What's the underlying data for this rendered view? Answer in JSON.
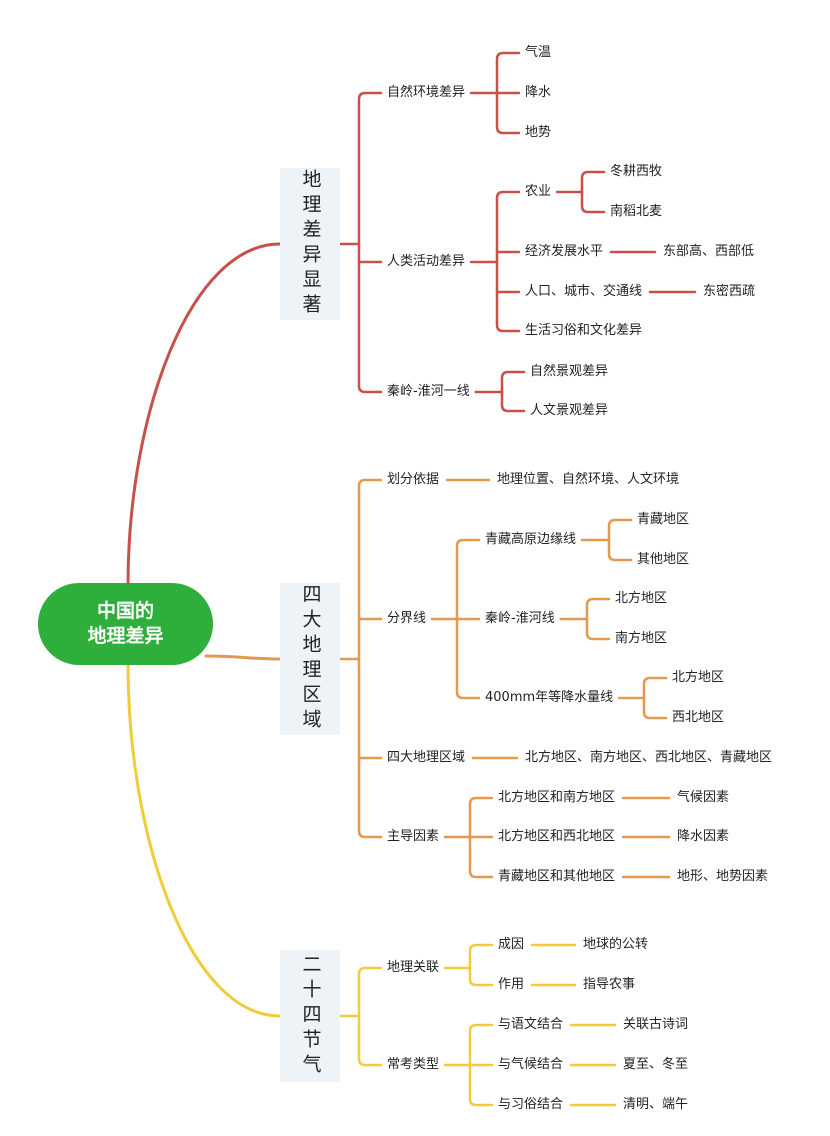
{
  "title": {
    "line1": "中国的",
    "line2": "地理差异"
  },
  "colors": {
    "center": "#2eae3a",
    "branch_0": "#c8504a",
    "branch_1": "#e39a4f",
    "branch_2": "#f0cc3c",
    "box": "#eef3f8"
  },
  "branches": [
    {
      "label": "地理差异显著",
      "children": [
        {
          "label": "自然环境差异",
          "children": [
            {
              "label": "气温"
            },
            {
              "label": "降水"
            },
            {
              "label": "地势"
            }
          ]
        },
        {
          "label": "人类活动差异",
          "children": [
            {
              "label": "农业",
              "children": [
                {
                  "label": "冬耕西牧"
                },
                {
                  "label": "南稻北麦"
                }
              ]
            },
            {
              "label": "经济发展水平",
              "children": [
                {
                  "label": "东部高、西部低"
                }
              ]
            },
            {
              "label": "人口、城市、交通线",
              "children": [
                {
                  "label": "东密西疏"
                }
              ]
            },
            {
              "label": "生活习俗和文化差异"
            }
          ]
        },
        {
          "label": "秦岭-淮河一线",
          "children": [
            {
              "label": "自然景观差异"
            },
            {
              "label": "人文景观差异"
            }
          ]
        }
      ]
    },
    {
      "label": "四大地理区域",
      "children": [
        {
          "label": "划分依据",
          "children": [
            {
              "label": "地理位置、自然环境、人文环境"
            }
          ]
        },
        {
          "label": "分界线",
          "children": [
            {
              "label": "青藏高原边缘线",
              "children": [
                {
                  "label": "青藏地区"
                },
                {
                  "label": "其他地区"
                }
              ]
            },
            {
              "label": "秦岭-淮河线",
              "children": [
                {
                  "label": "北方地区"
                },
                {
                  "label": "南方地区"
                }
              ]
            },
            {
              "label": "400mm年等降水量线",
              "children": [
                {
                  "label": "北方地区"
                },
                {
                  "label": "西北地区"
                }
              ]
            }
          ]
        },
        {
          "label": "四大地理区域",
          "children": [
            {
              "label": "北方地区、南方地区、西北地区、青藏地区"
            }
          ]
        },
        {
          "label": "主导因素",
          "children": [
            {
              "label": "北方地区和南方地区",
              "children": [
                {
                  "label": "气候因素"
                }
              ]
            },
            {
              "label": "北方地区和西北地区",
              "children": [
                {
                  "label": "降水因素"
                }
              ]
            },
            {
              "label": "青藏地区和其他地区",
              "children": [
                {
                  "label": "地形、地势因素"
                }
              ]
            }
          ]
        }
      ]
    },
    {
      "label": "二十四节气",
      "children": [
        {
          "label": "地理关联",
          "children": [
            {
              "label": "成因",
              "children": [
                {
                  "label": "地球的公转"
                }
              ]
            },
            {
              "label": "作用",
              "children": [
                {
                  "label": "指导农事"
                }
              ]
            }
          ]
        },
        {
          "label": "常考类型",
          "children": [
            {
              "label": "与语文结合",
              "children": [
                {
                  "label": "关联古诗词"
                }
              ]
            },
            {
              "label": "与气候结合",
              "children": [
                {
                  "label": "夏至、冬至"
                }
              ]
            },
            {
              "label": "与习俗结合",
              "children": [
                {
                  "label": "清明、端午"
                }
              ]
            }
          ]
        }
      ]
    }
  ]
}
